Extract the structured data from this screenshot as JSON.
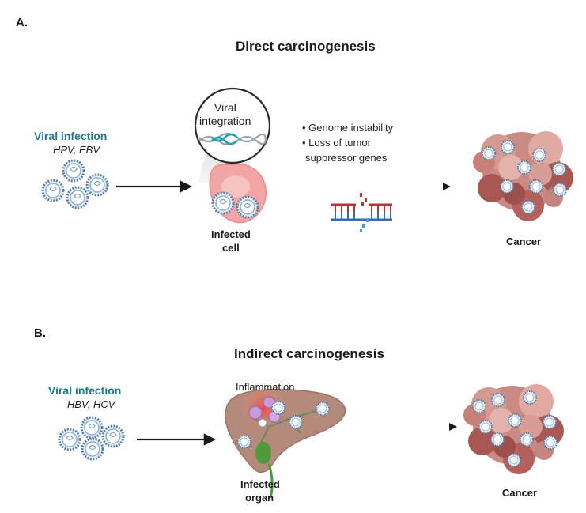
{
  "panel_a": {
    "label": "A.",
    "title": "Direct carcinogenesis",
    "viral_infection": "Viral infection",
    "viruses": "HPV, EBV",
    "integration_line1": "Viral",
    "integration_line2": "integration",
    "bullets": [
      "• Genome instability",
      "• Loss of tumor",
      "suppressor genes"
    ],
    "infected_line1": "Infected",
    "infected_line2": "cell",
    "cancer": "Cancer"
  },
  "panel_b": {
    "label": "B.",
    "title": "Indirect carcinogenesis",
    "viral_infection": "Viral infection",
    "viruses": "HBV, HCV",
    "inflammation": "Inflammation",
    "infected_line1": "Infected",
    "infected_line2": "organ",
    "cancer": "Cancer"
  },
  "colors": {
    "teal": "#1f7a8c",
    "virus": "#5b7fa6",
    "cell_pink": "#f2a5a5",
    "tumor": "#b4615d",
    "liver": "#b48a7c",
    "inflammation": "#e8403a",
    "dna_red": "#c0303a",
    "dna_blue": "#2f6fb0"
  },
  "icons": [
    "virus-icon",
    "dna-icon",
    "infected-cell-icon",
    "tumor-icon",
    "liver-icon",
    "magnifier-icon",
    "arrow-icon"
  ]
}
